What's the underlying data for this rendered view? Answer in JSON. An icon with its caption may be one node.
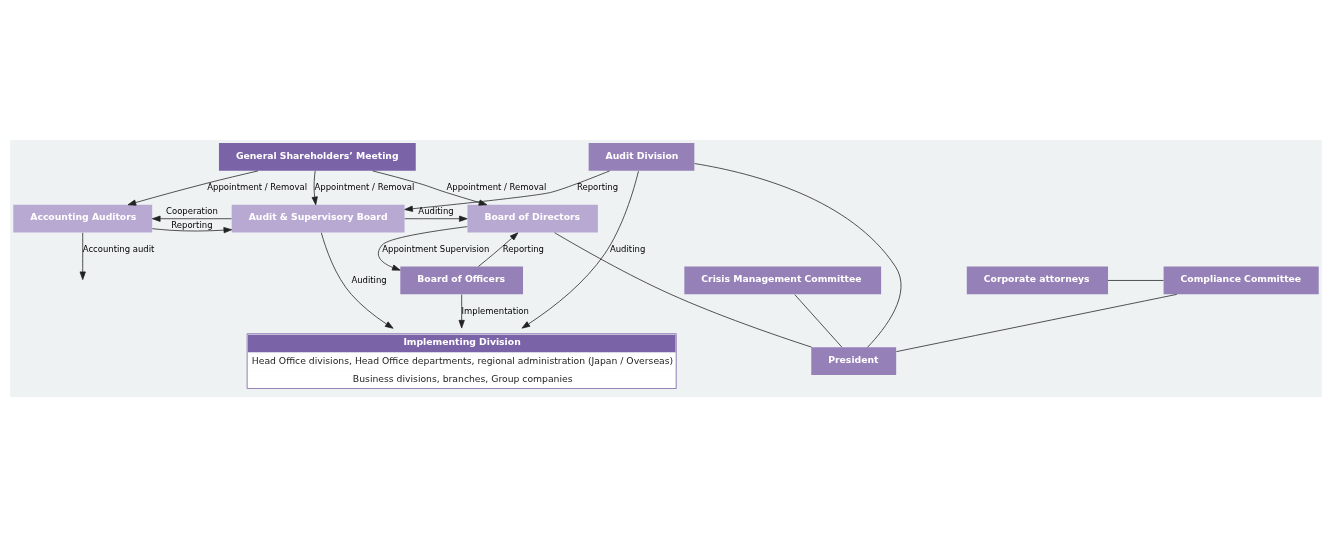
{
  "diagram": {
    "nodes": [
      {
        "text": [
          "General Shareholders’ Meeting"
        ]
      },
      {
        "text": [
          "Accounting Auditors"
        ]
      },
      {
        "text": [
          "Audit & Supervisory Board"
        ]
      },
      {
        "text": [
          "Board of Directors"
        ]
      },
      {
        "text": [
          "President"
        ]
      },
      {
        "text": [
          "Corporate attorneys"
        ]
      },
      {
        "text": [
          "Compliance Committee"
        ]
      },
      {
        "text": [
          "Crisis Management Committee"
        ]
      },
      {
        "text": [
          "Audit Division"
        ]
      },
      {
        "text": [
          "Board of Officers"
        ]
      },
      {
        "text": [
          "Implementing Division",
          "Head Office divisions, Head Office departments, regional administration (Japan / Overseas)",
          "Business divisions, branches, Group companies"
        ]
      }
    ],
    "edges": [
      {
        "from": 0,
        "to": 1,
        "arrow": "to",
        "label": "Appointment / Removal"
      },
      {
        "from": 0,
        "to": 2,
        "arrow": "to",
        "label": "Appointment / Removal"
      },
      {
        "from": 0,
        "to": 3,
        "arrow": "to",
        "label": "Appointment / Removal"
      },
      {
        "from": 2,
        "to": 1,
        "arrow": "to",
        "label": "Cooperation"
      },
      {
        "from": 1,
        "to": 2,
        "arrow": "to",
        "label": "Reporting"
      },
      {
        "from": 1,
        "to": null,
        "arrow": "to",
        "label": "Accounting audit"
      },
      {
        "from": 2,
        "to": 3,
        "arrow": "to",
        "label": "Auditing"
      },
      {
        "from": 3,
        "to": 4,
        "arrow": "none"
      },
      {
        "from": 5,
        "to": 6,
        "arrow": "none"
      },
      {
        "from": 6,
        "to": 4,
        "arrow": "none"
      },
      {
        "from": 7,
        "to": 4,
        "arrow": "none"
      },
      {
        "from": 8,
        "to": 4,
        "arrow": "none"
      },
      {
        "from": 8,
        "to": 2,
        "arrow": "to",
        "label": "Reporting"
      },
      {
        "from": 2,
        "to": 10,
        "arrow": "to",
        "label": "Auditing"
      },
      {
        "from": 3,
        "to": 9,
        "arrow": "to",
        "label": "Appointment Supervision"
      },
      {
        "from": 9,
        "to": 3,
        "arrow": "to",
        "label": "Reporting"
      },
      {
        "from": 9,
        "to": 10,
        "arrow": "to",
        "label": "Implementation"
      },
      {
        "from": 8,
        "to": 10,
        "arrow": "to",
        "label": "Auditing"
      }
    ]
  }
}
